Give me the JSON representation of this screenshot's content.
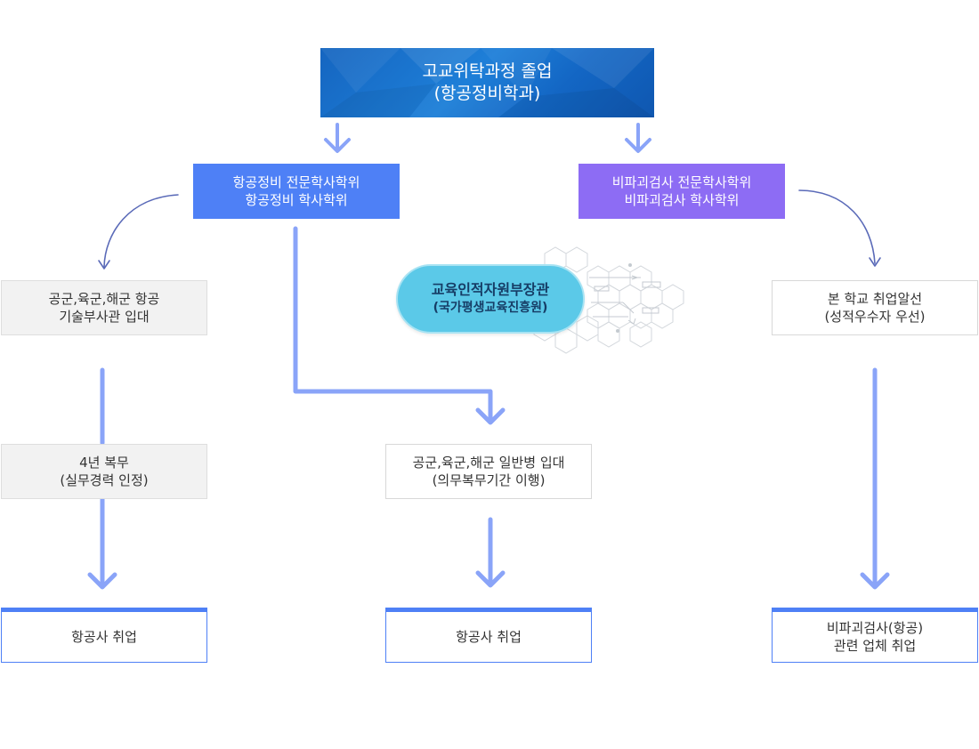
{
  "top": {
    "line1": "고교위탁과정 졸업",
    "line2": "(항공정비학과)"
  },
  "left_header": {
    "line1": "항공정비 전문학사학위",
    "line2": "항공정비 학사학위"
  },
  "right_header": {
    "line1": "비파괴검사 전문학사학위",
    "line2": "비파괴검사 학사학위"
  },
  "center_badge": {
    "line1": "교육인적자원부장관",
    "line2": "(국가평생교육진흥원)"
  },
  "left_col": {
    "step1": {
      "line1": "공군,육군,해군 항공",
      "line2": "기술부사관 입대"
    },
    "step2": {
      "line1": "4년 복무",
      "line2": "(실무경력 인정)"
    },
    "result": {
      "line1": "항공사 취업"
    }
  },
  "mid_col": {
    "step1": {
      "line1": "공군,육군,해군 일반병 입대",
      "line2": "(의무복무기간 이행)"
    },
    "result": {
      "line1": "항공사 취업"
    }
  },
  "right_col": {
    "step1": {
      "line1": "본 학교 취업알선",
      "line2": "(성적우수자 우선)"
    },
    "result": {
      "line1": "비파괴검사(항공)",
      "line2": "관련 업체 취업"
    }
  },
  "colors": {
    "blue": "#4e80f6",
    "purple": "#8d6cf4",
    "top_blue": "#1a73cf",
    "connector": "#8aa4f8",
    "curve": "#5a6ab8",
    "badge": "#5bc9e8"
  }
}
